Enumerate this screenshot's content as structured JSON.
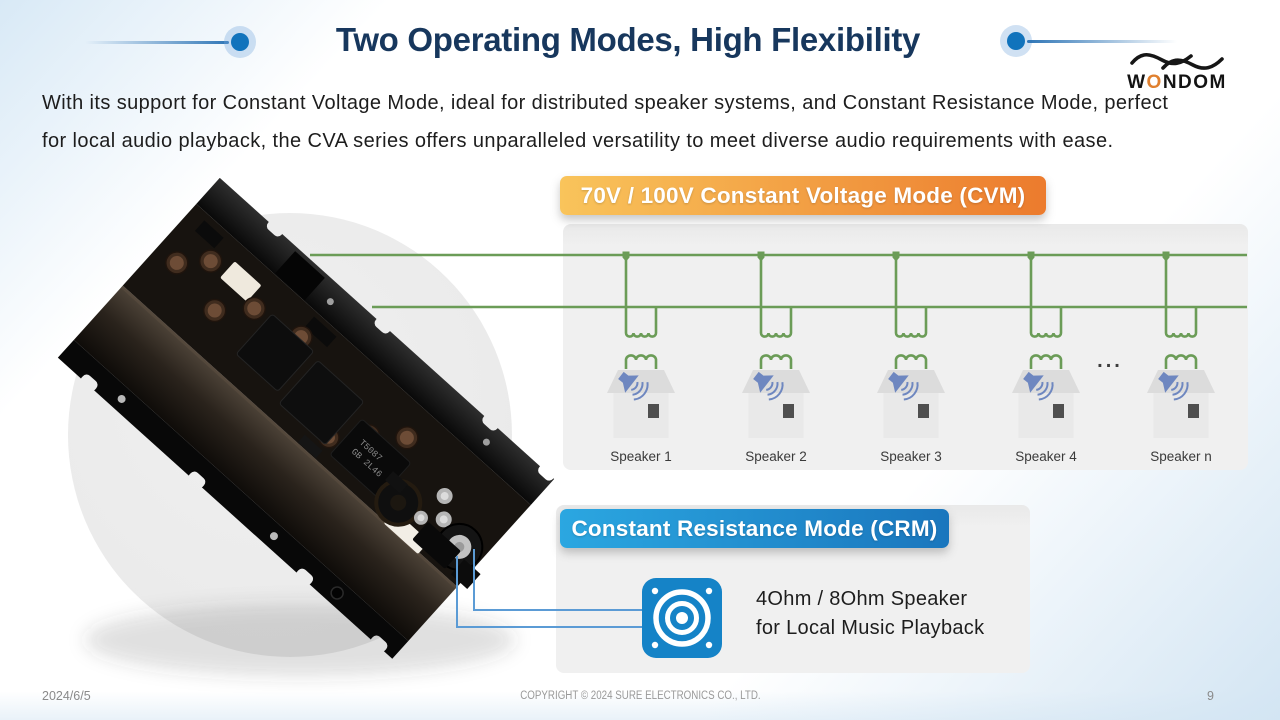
{
  "header": {
    "title": "Two Operating Modes, High Flexibility",
    "logo_prefix": "W",
    "logo_o": "O",
    "logo_suffix": "NDOM"
  },
  "intro": {
    "line1": "With its support for Constant Voltage Mode, ideal for distributed speaker systems, and Constant Resistance Mode, perfect",
    "line2": "for local audio playback, the CVA series offers unparalleled versatility to meet diverse audio requirements with ease."
  },
  "cvm": {
    "banner": "70V / 100V Constant Voltage Mode (CVM)",
    "speakers": [
      "Speaker 1",
      "Speaker 2",
      "Speaker 3",
      "Speaker 4",
      "Speaker n"
    ],
    "ellipsis": "..."
  },
  "crm": {
    "banner": "Constant Resistance Mode (CRM)",
    "line1": "4Ohm / 8Ohm Speaker",
    "line2": "for Local Music Playback"
  },
  "product": {
    "marking_line1": "T5087",
    "marking_line2": "GB 2L46"
  },
  "footer": {
    "date": "2024/6/5",
    "copyright": "COPYRIGHT © 2024 SURE ELECTRONICS CO., LTD.",
    "page": "9"
  },
  "colors": {
    "title_navy": "#17375D",
    "accent_blue": "#1173BC",
    "bus_green": "#6B9C57",
    "cvm_orange_start": "#F9C45B",
    "cvm_orange_end": "#EC7B2D",
    "crm_blue_start": "#2BA7E1",
    "crm_blue_end": "#1A76BD",
    "speaker_icon_blue": "#1583C7",
    "wire_blue": "#5B9BD5"
  }
}
